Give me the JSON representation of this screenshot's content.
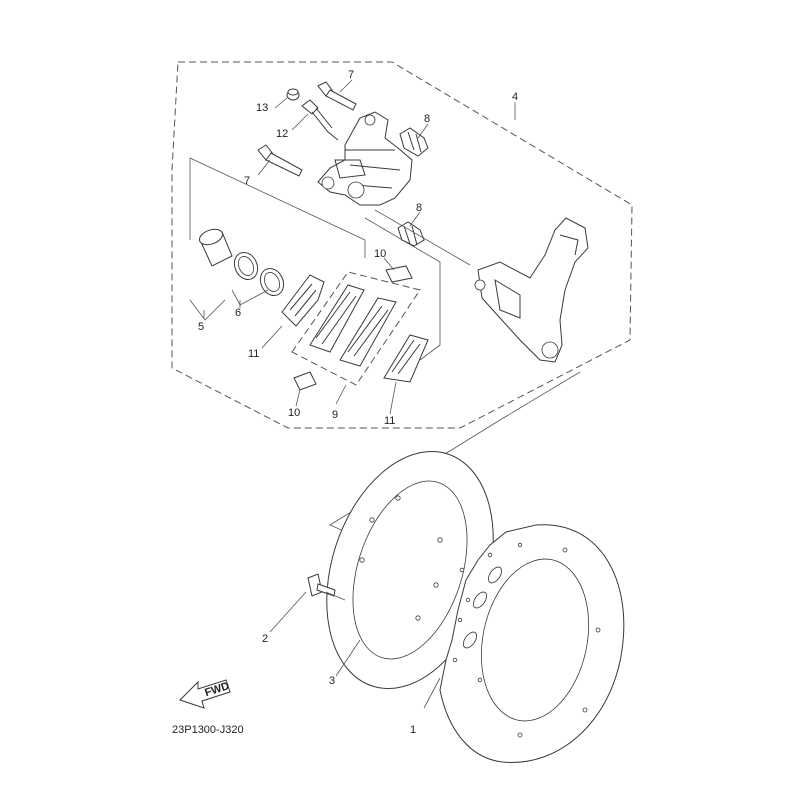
{
  "drawing_code": "23P1300-J320",
  "fwd_label": "FWD",
  "callouts": {
    "c1": "1",
    "c2": "2",
    "c3": "3",
    "c4": "4",
    "c5": "5",
    "c6": "6",
    "c7a": "7",
    "c7b": "7",
    "c8a": "8",
    "c8b": "8",
    "c9": "9",
    "c10a": "10",
    "c10b": "10",
    "c11a": "11",
    "c11b": "11",
    "c12": "12",
    "c13": "13"
  }
}
